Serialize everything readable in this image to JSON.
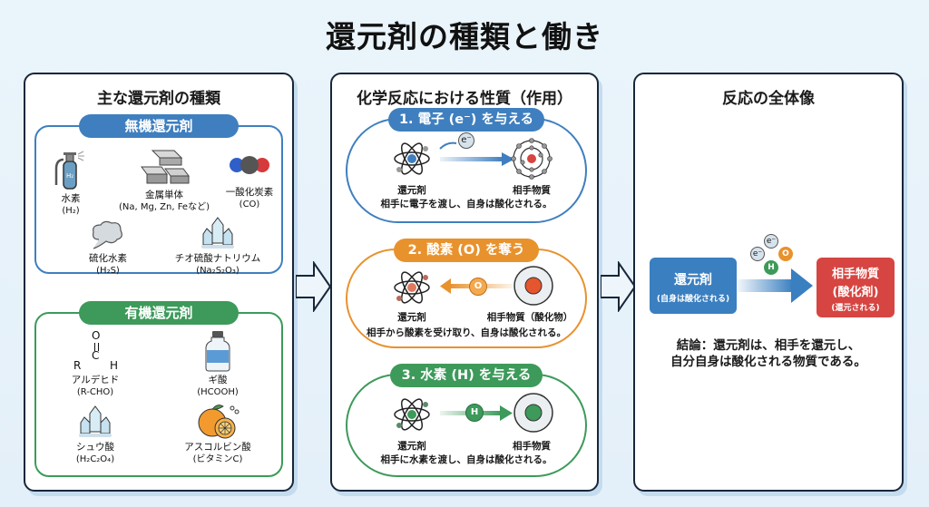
{
  "title": "還元剤の種類と働き",
  "panels": {
    "types": {
      "title": "主な還元剤の種類",
      "inorganic": {
        "label": "無機還元剤",
        "color": "#3f7fbf",
        "items": [
          {
            "name": "水素",
            "formula": "(H₂)",
            "icon": "gas-cylinder-icon"
          },
          {
            "name": "金属単体",
            "formula": "(Na, Mg, Zn, Feなど)",
            "icon": "metal-ingot-icon"
          },
          {
            "name": "一酸化炭素",
            "formula": "(CO)",
            "icon": "co-molecule-icon"
          },
          {
            "name": "硫化水素",
            "formula": "(H₂S)",
            "icon": "gas-cloud-icon"
          },
          {
            "name": "チオ硫酸ナトリウム",
            "formula": "(Na₂S₂O₃)",
            "icon": "crystal-icon"
          }
        ]
      },
      "organic": {
        "label": "有機還元剤",
        "color": "#3d9a5a",
        "items": [
          {
            "name": "アルデヒド",
            "formula": "(R-CHO)",
            "icon": "aldehyde-structure-icon",
            "structure": {
              "top": "O",
              "center": "C",
              "left": "R",
              "right": "H"
            }
          },
          {
            "name": "ギ酸",
            "formula": "(HCOOH)",
            "icon": "bottle-icon"
          },
          {
            "name": "シュウ酸",
            "formula": "(H₂C₂O₄)",
            "icon": "crystal-icon"
          },
          {
            "name": "アスコルビン酸",
            "formula": "(ビタミンC)",
            "icon": "orange-icon"
          }
        ]
      }
    },
    "properties": {
      "title": "化学反応における性質（作用）",
      "reactions": [
        {
          "label": "1. 電子 (e⁻) を与える",
          "color": "#3f7fbf",
          "particle": "e⁻",
          "left": "還元剤",
          "right": "相手物質",
          "desc": "相手に電子を渡し、自身は酸化される。"
        },
        {
          "label": "2. 酸素 (O) を奪う",
          "color": "#e8922e",
          "particle": "O",
          "left": "還元剤",
          "right": "相手物質（酸化物）",
          "desc": "相手から酸素を受け取り、自身は酸化される。"
        },
        {
          "label": "3. 水素 (H) を与える",
          "color": "#3d9a5a",
          "particle": "H",
          "left": "還元剤",
          "right": "相手物質",
          "desc": "相手に水素を渡し、自身は酸化される。"
        }
      ]
    },
    "overview": {
      "title": "反応の全体像",
      "particles": [
        "e⁻",
        "e⁻",
        "O",
        "H"
      ],
      "reducer": {
        "title": "還元剤",
        "note": "(自身は酸化される)",
        "color": "#3a7fc0"
      },
      "partner": {
        "title": "相手物質",
        "title2": "(酸化剤)",
        "note": "(還元される)",
        "color": "#d64541"
      },
      "conclusion_line1": "結論：還元剤は、相手を還元し、",
      "conclusion_line2": "自分自身は酸化される物質である。"
    }
  }
}
